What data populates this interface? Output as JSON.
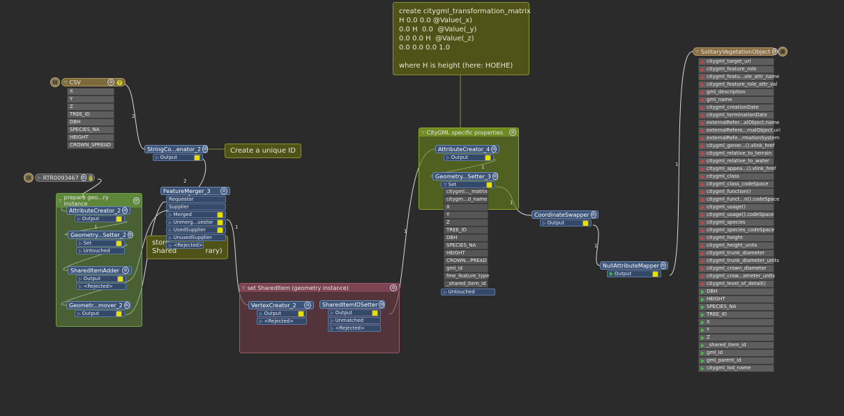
{
  "notes": {
    "unique_id": "Create a unique ID",
    "store_shared": "store\nShared             rary)",
    "matrix": "create citygml_transformation_matrix\nH 0.0 0.0 @Value(_x)\n0.0 H  0.0  @Value(_y)\n0.0 0.0 H  @Value(_z)\n0.0 0.0 0.0 1.0\n\nwhere H is height (here: HOEHE)"
  },
  "bookmarks": {
    "prepare": "prepare geo...ry instance",
    "citygml": "CityGML specific properties",
    "shared": "set SharedItem (geometry instance)"
  },
  "csv": {
    "name": "CSV",
    "attrs": [
      "X",
      "Y",
      "Z",
      "TREE_ID",
      "DBH",
      "SPECIES_NA",
      "HEIGHT",
      "CROWN_SPREAD"
    ]
  },
  "rtr": {
    "name": "RTR0093467"
  },
  "transformers": {
    "string_concat": {
      "name": "StringCo...enator_2",
      "out": "Output"
    },
    "attr_creator_2": {
      "name": "AttributeCreator_2",
      "out": "Output"
    },
    "geom_setter_2": {
      "name": "Geometry...Setter_2",
      "set": "Set",
      "untouched": "Untouched"
    },
    "shared_adder": {
      "name": "SharedItemAdder",
      "out": "Output",
      "rejected": "<Rejected>"
    },
    "geom_remover_2": {
      "name": "Geometr...mover_2",
      "out": "Output"
    },
    "feature_merger": {
      "name": "FeatureMerger_3",
      "requestor": "Requestor",
      "supplier": "Supplier",
      "merged": "Merged",
      "unmerged": "Unmerg...uestor",
      "used": "UsedSupplier",
      "unused": "UnusedSupplier",
      "rejected": "<Rejected>"
    },
    "vertex_creator": {
      "name": "VertexCreator_2",
      "out": "Output",
      "rejected": "<Rejected>"
    },
    "shared_id_setter": {
      "name": "SharedItemIDSetter",
      "out": "Output",
      "unmatched": "Unmatched",
      "rejected": "<Rejected>"
    },
    "attr_creator_4": {
      "name": "AttributeCreator_4",
      "out": "Output"
    },
    "geom_setter_3": {
      "name": "Geometry...Setter_3",
      "set": "Set",
      "untouched": "Untouched",
      "attrs": [
        "citygml..._matrix",
        "citygm...d_name",
        "X",
        "Y",
        "Z",
        "TREE_ID",
        "DBH",
        "SPECIES_NA",
        "HEIGHT",
        "CROWN...PREAD",
        "gml_id",
        "fme_feature_type",
        "_shared_item_id"
      ]
    },
    "coord_swapper": {
      "name": "CoordinateSwapper",
      "out": "Output"
    },
    "null_mapper": {
      "name": "NullAttributeMapper",
      "out": "Output"
    }
  },
  "writer": {
    "name": "SolitaryVegetationObject",
    "red_attrs": [
      "citygml_target_uri",
      "citygml_feature_role",
      "citygml_featu...ole_attr_name",
      "citygml_feature_role_attr_val",
      "gml_description",
      "gml_name",
      "citygml_creationDate",
      "citygml_terminationDate",
      "externalRefer...alObject.name",
      "externalRefere...rnalObject.uri",
      "externalRefe...rmationSystem",
      "citygml_gener...().xlink_href",
      "citygml_relative_to_terrain",
      "citygml_relative_to_water",
      "citygml_appea...().xlink_href",
      "citygml_class",
      "citygml_class_codeSpace",
      "citygml_function()",
      "citygml_funct...n().codeSpace",
      "citygml_usage()",
      "citygml_usage().codeSpace",
      "citygml_species",
      "citygml_species_codeSpace",
      "citygml_height",
      "citygml_height_units",
      "citygml_trunk_diameter",
      "citygml_trunk_diameter_units",
      "citygml_crown_diameter",
      "citygml_crow...ameter_units",
      "citygml_level_of_detail()"
    ],
    "green_attrs": [
      "DBH",
      "HEIGHT",
      "SPECIES_NA",
      "TREE_ID",
      "X",
      "Y",
      "Z",
      "_shared_item_id",
      "gml_id",
      "gml_parent_id",
      "citygml_lod_name"
    ]
  },
  "counts": {
    "c1": "2",
    "c2": "2",
    "c3": "1",
    "c4": "1",
    "c5": "1",
    "c6": "1",
    "c7": "1",
    "c8": "1",
    "c9": "1",
    "c10": "1"
  }
}
